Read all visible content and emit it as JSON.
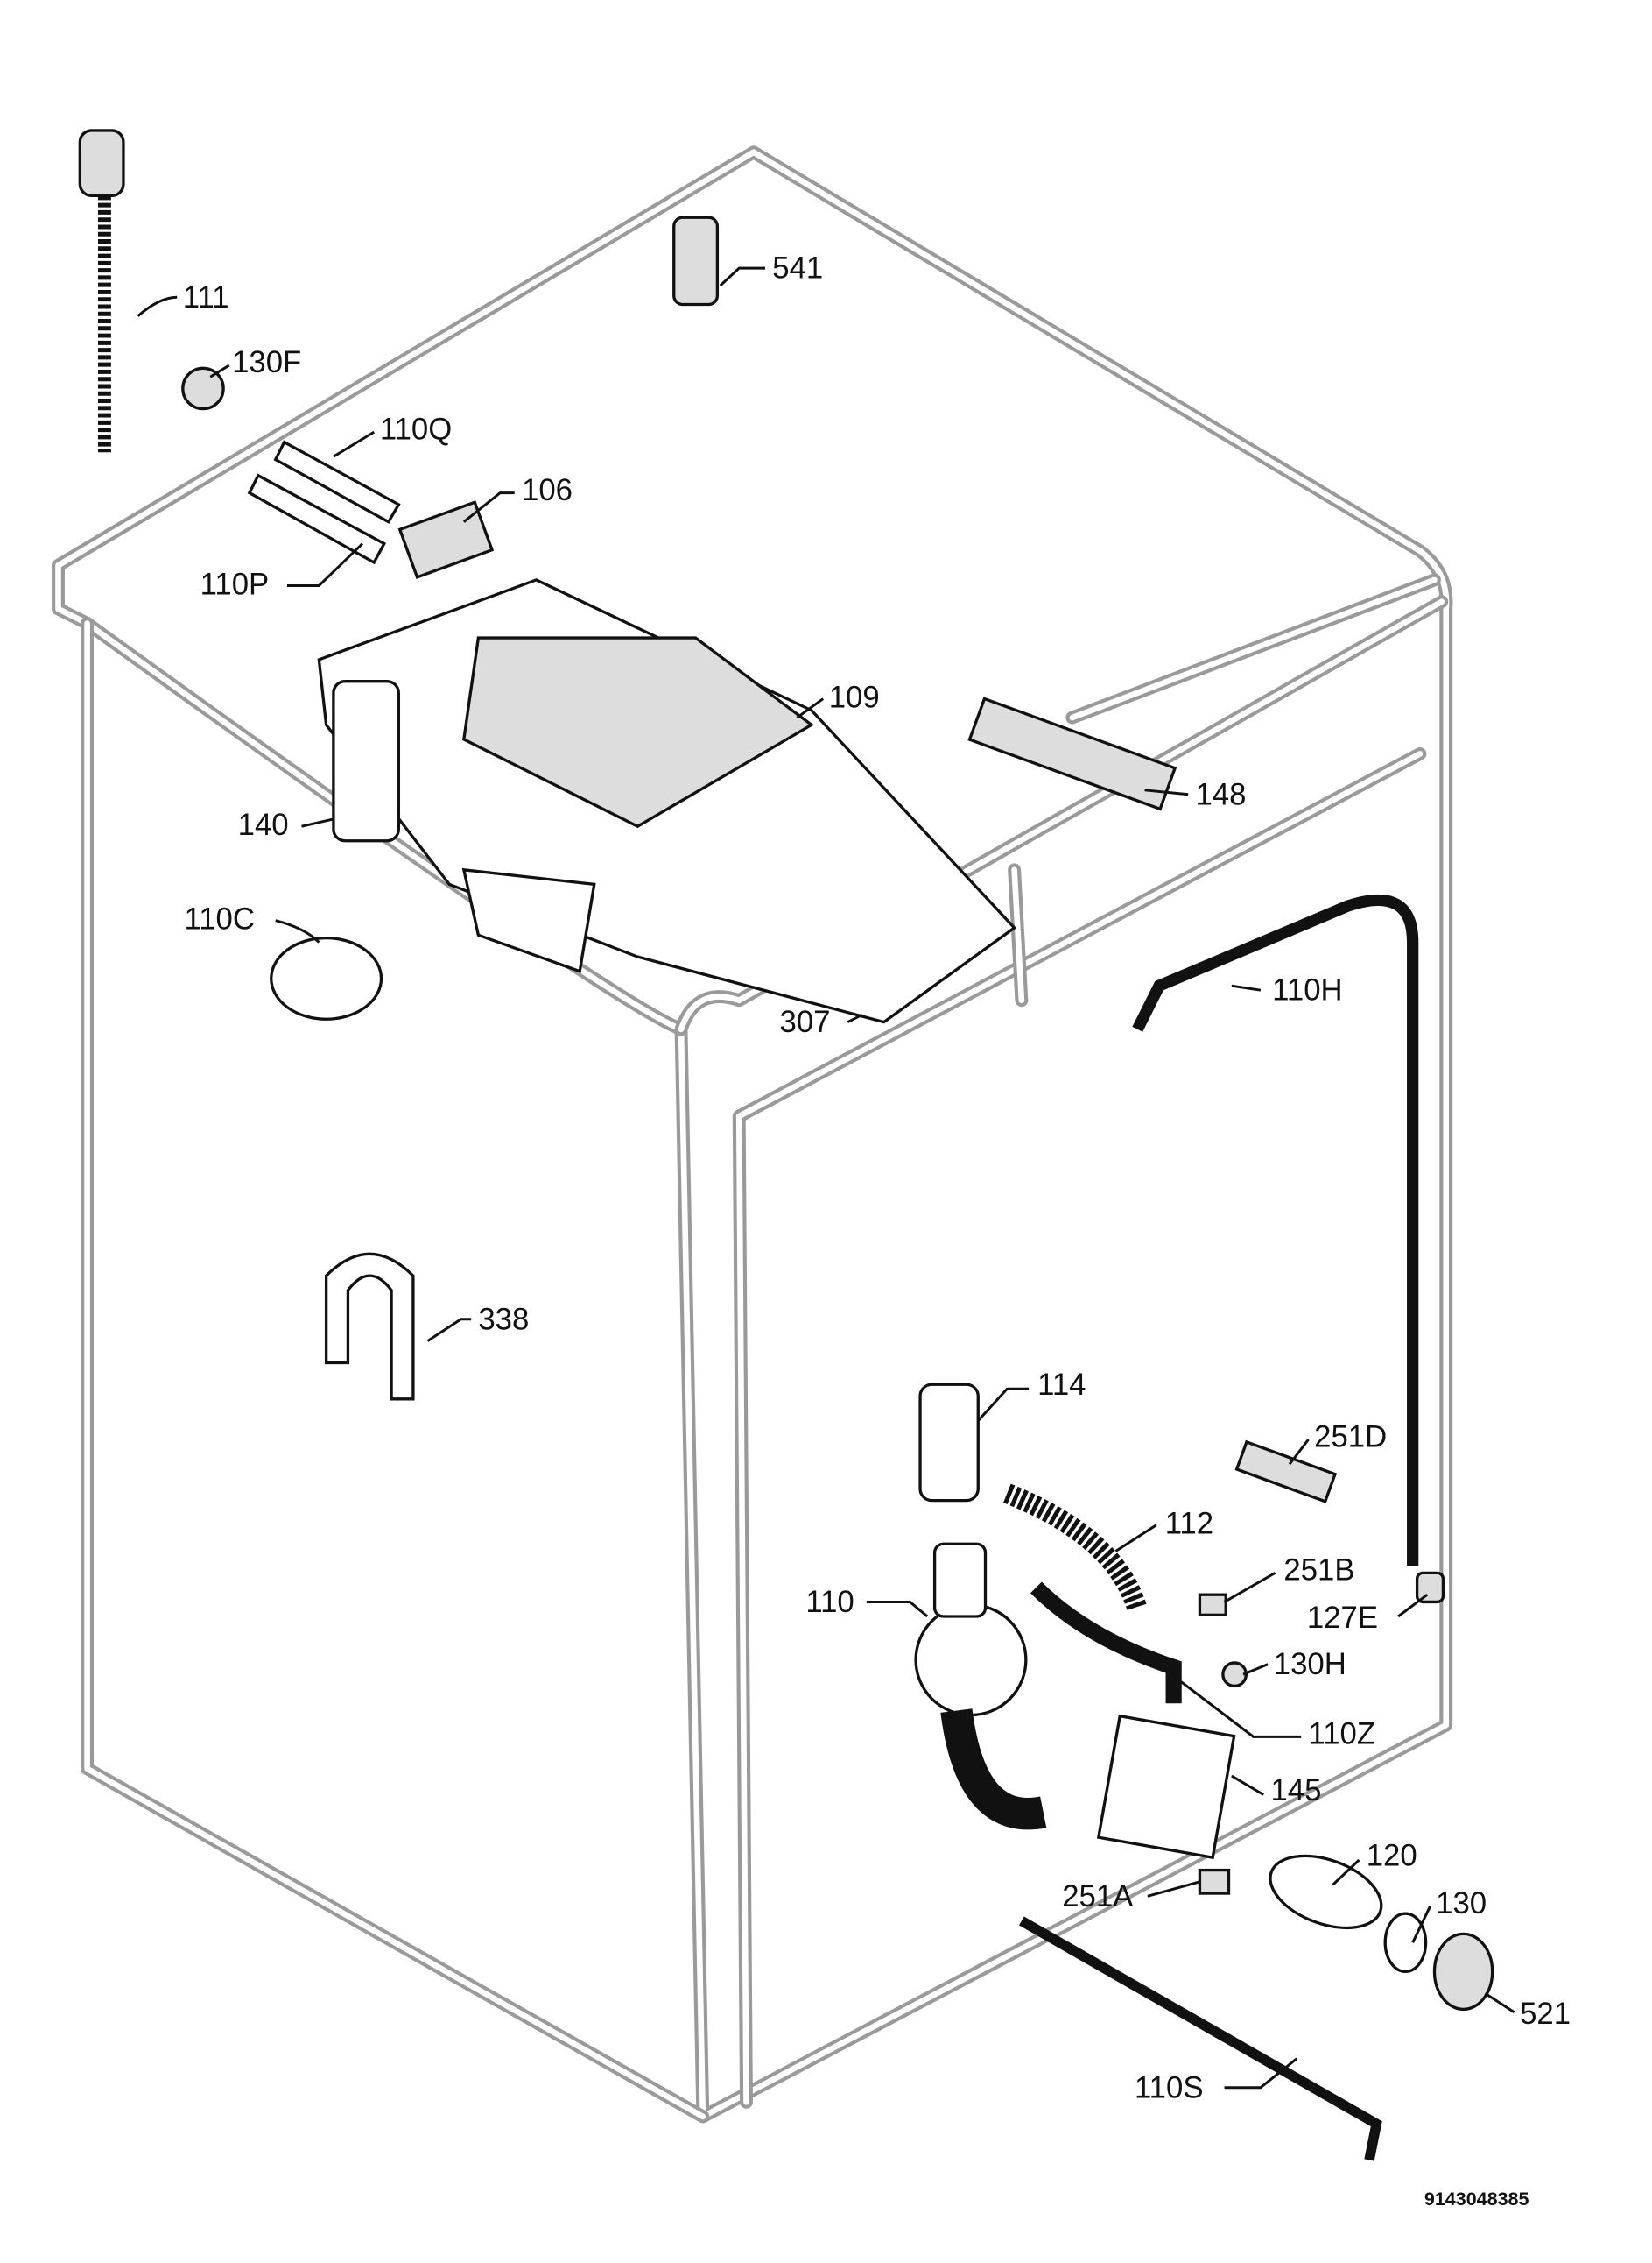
{
  "diagram": {
    "document_code": "9143048385",
    "part_labels": [
      "111",
      "130F",
      "110Q",
      "106",
      "110P",
      "541",
      "109",
      "148",
      "140",
      "110C",
      "110H",
      "307",
      "338",
      "114",
      "251D",
      "112",
      "251B",
      "110",
      "127E",
      "130H",
      "110Z",
      "145",
      "120",
      "251A",
      "130",
      "521",
      "110S"
    ]
  }
}
